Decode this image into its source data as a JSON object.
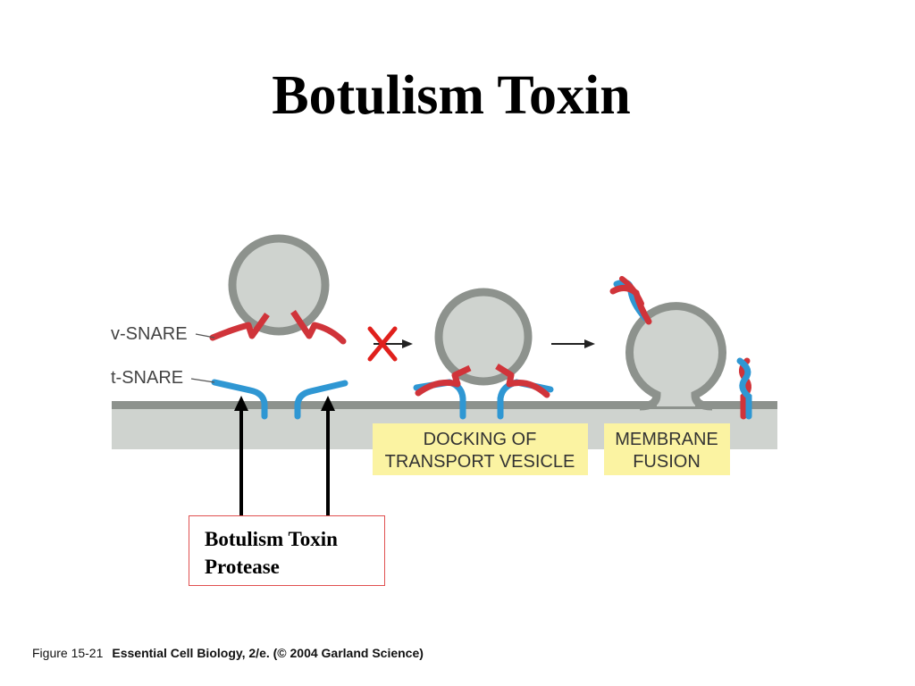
{
  "title": "Botulism Toxin",
  "labels": {
    "v_snare": "v-SNARE",
    "t_snare": "t-SNARE"
  },
  "stage_boxes": {
    "docking_line1": "DOCKING OF",
    "docking_line2": "TRANSPORT VESICLE",
    "fusion_line1": "MEMBRANE",
    "fusion_line2": "FUSION"
  },
  "protease_box": {
    "line1": "Botulism Toxin",
    "line2": "Protease"
  },
  "caption": {
    "figure": "Figure 15-21",
    "source": "Essential Cell Biology, 2/e. (© 2004 Garland Science)"
  },
  "colors": {
    "membrane": "#cfd3cf",
    "membrane_edge": "#8d928d",
    "v_snare": "#d0343a",
    "t_snare": "#2f97d3",
    "label_fill": "#fbf3a2",
    "blocked_mark": "#e0201c"
  }
}
